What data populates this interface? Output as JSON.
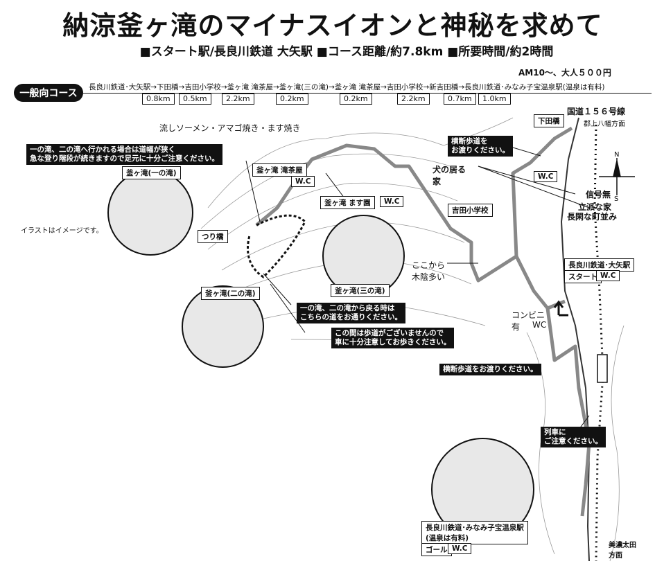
{
  "header": {
    "title": "納涼釜ヶ滝のマイナスイオンと神秘を求めて",
    "subtitle": "■スタート駅/長良川鉄道 大矢駅 ■コース距離/約7.8km ■所要時間/約2時間",
    "price": "AM10～、大人５００円"
  },
  "course": {
    "badge": "一般向コース",
    "route": "長良川鉄道･大矢駅→下田橋→吉田小学校→釜ヶ滝 滝茶屋→釜ヶ滝(三の滝)→釜ヶ滝 滝茶屋→吉田小学校→新吉田橋→長良川鉄道･みなみ子宝温泉駅(温泉は有料)",
    "distances": [
      "0.8km",
      "0.5km",
      "2.2km",
      "0.2km",
      "0.2km",
      "2.2km",
      "0.7km",
      "1.0km"
    ]
  },
  "labels": {
    "route156": "国道１５６号線",
    "gujo": "郡上八幡方面",
    "shimodabashi": "下田橋",
    "crosswalk1": "横断歩道を\nお渡りください。",
    "dog": "犬の居る\n家",
    "wc": "W.C",
    "signal": "信号無",
    "house": "立派な家",
    "townscape": "長閑な町並み",
    "noodles": "流しソーメン・アマゴ焼き・ます焼き",
    "warning_steep": "一の滝、二の滝へ行かれる場合は道幅が狭く\n急な登り階段が続きますので足元に十分ご注意ください。",
    "chaya": "釜ヶ滝 滝茶屋",
    "masuen": "釜ヶ滝 ます園",
    "yoshida": "吉田小学校",
    "shade": "ここから\n木陰多い",
    "falls1": "釜ヶ滝(一の滝)",
    "tsuribashi": "つり橋",
    "falls2": "釜ヶ滝(二の滝)",
    "falls3": "釜ヶ滝(三の滝)",
    "illust": "イラストはイメージです。",
    "return_path": "一の滝、二の滝から戻る時は\nこちらの道をお通りください。",
    "no_sidewalk": "この間は歩道がございませんので\n車に十分注意してお歩きください。",
    "convenience": "コンビニ\n有",
    "wc2": "WC",
    "ooya": "長良川鉄道･大矢駅",
    "start": "スタート",
    "crosswalk2": "横断歩道をお渡りください。",
    "train": "列車に\nご注意ください。",
    "minami": "長良川鉄道･みなみ子宝温泉駅\n(温泉は有料)",
    "goal": "ゴール",
    "minoota": "美濃太田\n方面",
    "compass_n": "N",
    "compass_s": "S"
  }
}
